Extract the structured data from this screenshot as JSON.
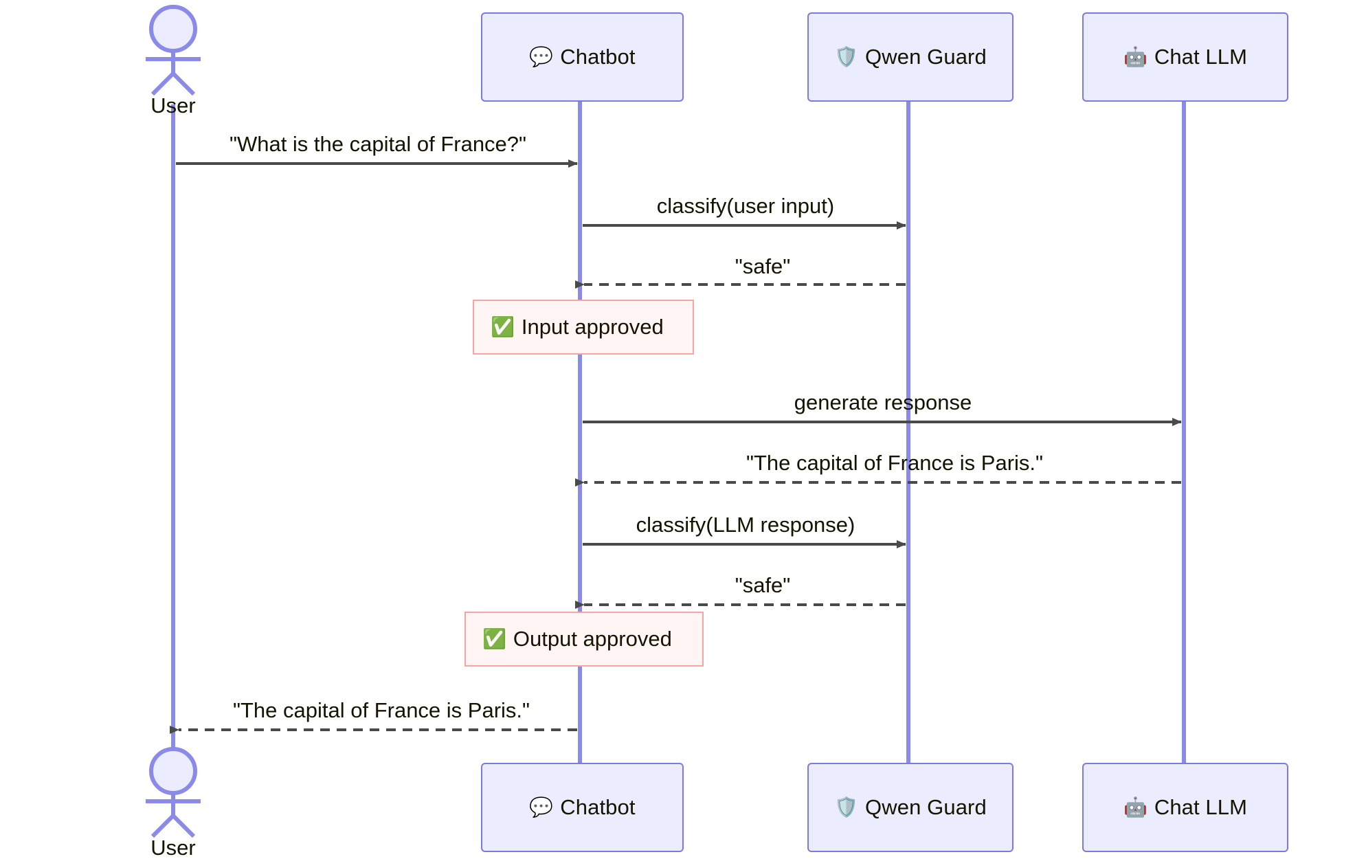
{
  "diagram": {
    "type": "sequence-diagram",
    "title": "",
    "colors": {
      "participant_fill": "#ECECFF",
      "participant_border": "#7A7AE0",
      "lifeline": "#8A8AE8",
      "arrow": "#4A4A4A",
      "note_fill": "#FFF5F5",
      "note_border": "#F9A3A3",
      "text": "#131300",
      "background": "#FFFFFF"
    }
  },
  "actors": [
    {
      "id": "user",
      "name": "User",
      "kind": "actor",
      "emoji": ""
    }
  ],
  "participants": [
    {
      "id": "chatbot",
      "name": "Chatbot",
      "emoji": "💬",
      "icon_name": "speech-balloon-icon"
    },
    {
      "id": "qwen_guard",
      "name": "Qwen Guard",
      "emoji": "🛡️",
      "icon_name": "shield-icon"
    },
    {
      "id": "chat_llm",
      "name": "Chat LLM",
      "emoji": "🤖",
      "icon_name": "robot-icon"
    }
  ],
  "messages": [
    {
      "index": 1,
      "from": "user",
      "to": "chatbot",
      "label": "\"What is the capital of France?\"",
      "style": "solid",
      "direction": "right"
    },
    {
      "index": 2,
      "from": "chatbot",
      "to": "qwen_guard",
      "label": "classify(user input)",
      "style": "solid",
      "direction": "right"
    },
    {
      "index": 3,
      "from": "qwen_guard",
      "to": "chatbot",
      "label": "\"safe\"",
      "style": "dashed",
      "direction": "left"
    },
    {
      "index": 4,
      "from": "chatbot",
      "to": "chat_llm",
      "label": "generate response",
      "style": "solid",
      "direction": "right"
    },
    {
      "index": 5,
      "from": "chat_llm",
      "to": "chatbot",
      "label": "\"The capital of France is Paris.\"",
      "style": "dashed",
      "direction": "left"
    },
    {
      "index": 6,
      "from": "chatbot",
      "to": "qwen_guard",
      "label": "classify(LLM response)",
      "style": "solid",
      "direction": "right"
    },
    {
      "index": 7,
      "from": "qwen_guard",
      "to": "chatbot",
      "label": "\"safe\"",
      "style": "dashed",
      "direction": "left"
    },
    {
      "index": 8,
      "from": "chatbot",
      "to": "user",
      "label": "\"The capital of France is Paris.\"",
      "style": "dashed",
      "direction": "left"
    }
  ],
  "notes": [
    {
      "index": 1,
      "over": "chatbot",
      "emoji": "✅",
      "icon_name": "check-mark-button-icon",
      "label": "Input approved"
    },
    {
      "index": 2,
      "over": "chatbot",
      "emoji": "✅",
      "icon_name": "check-mark-button-icon",
      "label": "Output approved"
    }
  ]
}
